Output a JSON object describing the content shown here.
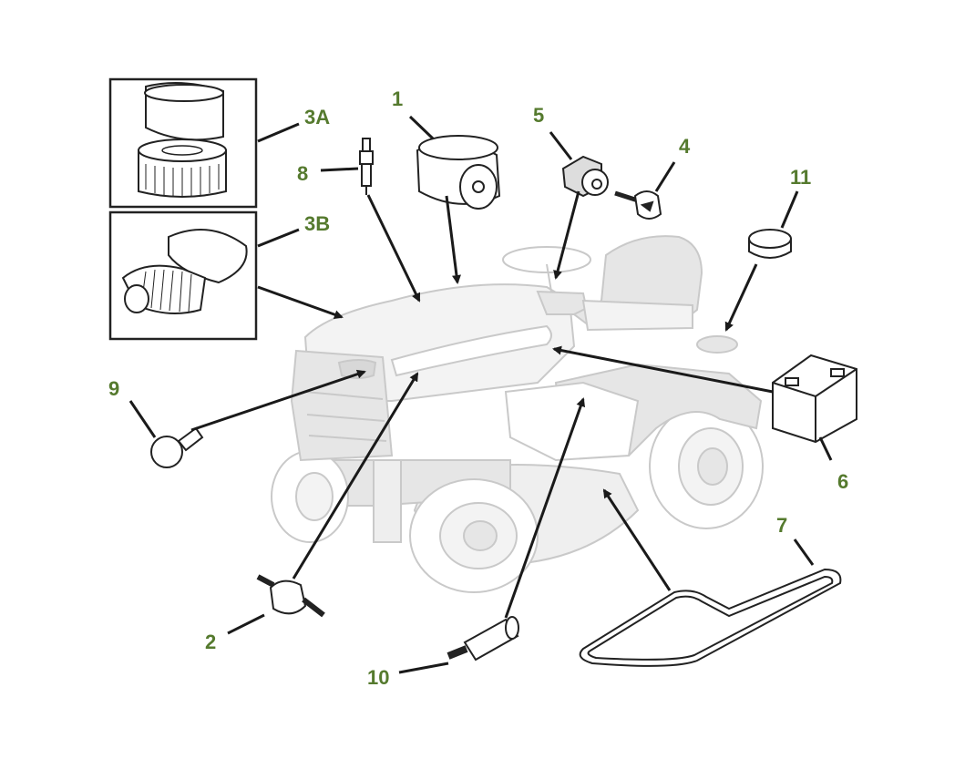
{
  "colors": {
    "label": "#557a2e",
    "arrow": "#1a1a1a",
    "tractor_outline": "#c9c9c9",
    "tractor_fill": "#e6e6e6",
    "part_outline": "#222222"
  },
  "callouts": [
    {
      "id": "1",
      "text": "1"
    },
    {
      "id": "2",
      "text": "2"
    },
    {
      "id": "3A",
      "text": "3A"
    },
    {
      "id": "3B",
      "text": "3B"
    },
    {
      "id": "4",
      "text": "4"
    },
    {
      "id": "5",
      "text": "5"
    },
    {
      "id": "6",
      "text": "6"
    },
    {
      "id": "7",
      "text": "7"
    },
    {
      "id": "8",
      "text": "8"
    },
    {
      "id": "9",
      "text": "9"
    },
    {
      "id": "10",
      "text": "10"
    },
    {
      "id": "11",
      "text": "11"
    }
  ]
}
